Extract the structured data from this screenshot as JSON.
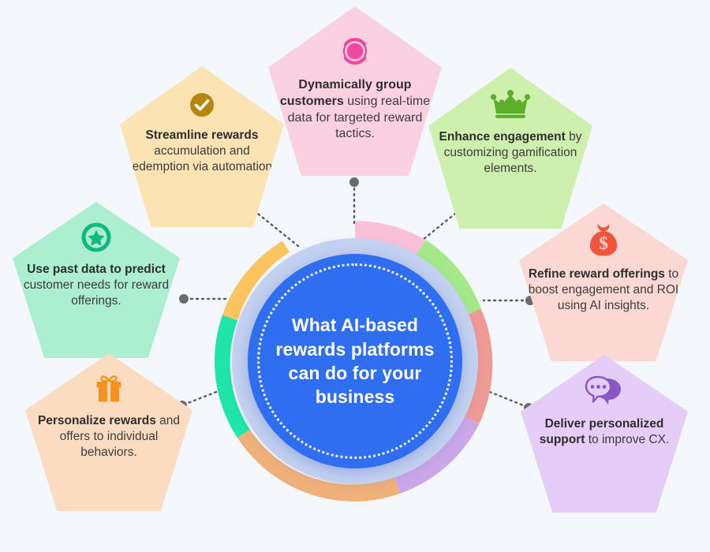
{
  "background_color": "#f4f7fb",
  "hub": {
    "title": "What AI-based rewards platforms can do for your business",
    "core_color": "#2f6ef0",
    "mid_ring_color": "#c3d0ef",
    "segment_colors": [
      "#f9c0d8",
      "#fbc45e",
      "#1fe6a8",
      "#f0b07a",
      "#c9a7e8",
      "#ef9a95",
      "#a5e88a"
    ]
  },
  "nodes": [
    {
      "id": "dynamic",
      "icon": "customer-segment-target-icon",
      "icon_color": "#f0479f",
      "fill": "#fbd0e0",
      "bold": "Dynamically group customers",
      "rest": "using real-time data for targeted reward tactics.",
      "segment_color": "#f9c0d8"
    },
    {
      "id": "streamline",
      "icon": "check-circle-icon",
      "icon_color": "#b5860b",
      "fill": "#fbe3b4",
      "bold": "Streamline rewards",
      "rest": "accumulation and redemption via automation.",
      "segment_color": "#fbc45e"
    },
    {
      "id": "predict",
      "icon": "star-circle-icon",
      "icon_color": "#0fb97f",
      "fill": "#aceed0",
      "bold": "Use past data to predict",
      "rest": "customer needs for reward offerings.",
      "segment_color": "#1fe6a8"
    },
    {
      "id": "personalize",
      "icon": "gift-box-icon",
      "icon_color": "#f7921e",
      "fill": "#fcdcc0",
      "bold": "Personalize rewards",
      "rest": "and offers to individual behaviors.",
      "segment_color": "#f0b07a"
    },
    {
      "id": "enhance",
      "icon": "crown-icon",
      "icon_color": "#5aae28",
      "fill": "#cdf0ae",
      "bold": "Enhance engagement",
      "rest": "by customizing gamification elements.",
      "segment_color": "#a5e88a"
    },
    {
      "id": "refine",
      "icon": "money-bag-icon",
      "icon_color": "#f0553c",
      "fill": "#fbd8d4",
      "bold": "Refine reward offerings",
      "rest": "to boost engagement and ROI using AI insights.",
      "segment_color": "#ef9a95"
    },
    {
      "id": "deliver",
      "icon": "chat-bubbles-icon",
      "icon_color": "#8a58c4",
      "fill": "#e4cdf7",
      "bold": "Deliver personalized support",
      "rest": "to improve CX.",
      "segment_color": "#c9a7e8"
    }
  ],
  "connector": {
    "line_color": "#5c5c5c",
    "dot_color": "#6b6b6b"
  }
}
